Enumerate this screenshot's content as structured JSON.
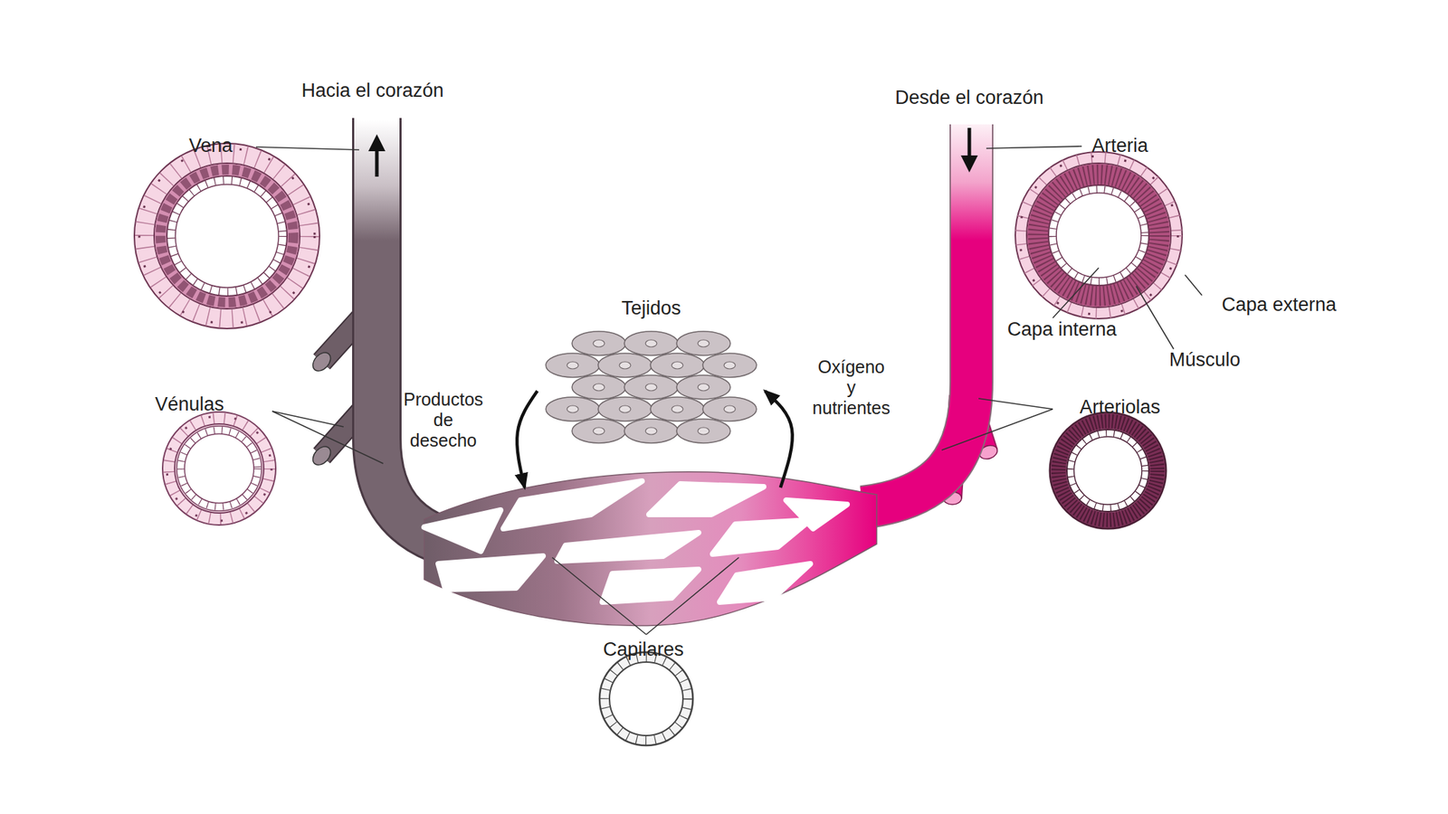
{
  "diagram": {
    "nodes": [
      {
        "text": [
          "Tejidos"
        ]
      },
      {
        "text": [
          "Capilares"
        ]
      }
    ],
    "edges": [
      {
        "from": 1,
        "to": 0,
        "arrow": "to",
        "label": "Oxígeno y nutrientes"
      },
      {
        "from": 0,
        "to": 1,
        "arrow": "to",
        "label": "Productos de desecho"
      }
    ],
    "labels": [
      "Hacia el corazón",
      "Desde el corazón",
      "Vena",
      "Arteria",
      "Capa externa",
      "Capa interna",
      "Músculo",
      "Vénulas",
      "Arteriolas"
    ]
  }
}
